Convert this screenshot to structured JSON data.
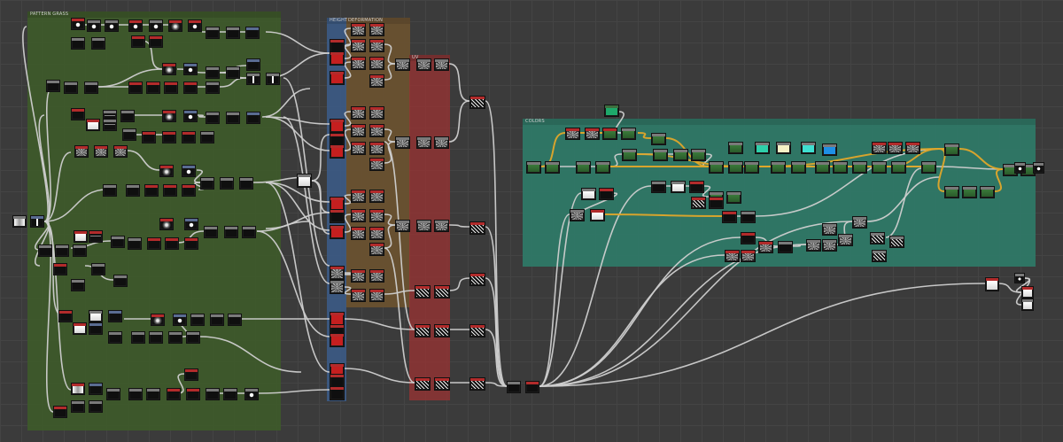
{
  "app": {
    "title": "Substance Designer - Graph View"
  },
  "frames": {
    "pattern": {
      "label": "PATTERN GRASS",
      "color": "#3e5a2a"
    },
    "height": {
      "label": "HEIGHT",
      "color": "#3c5a84"
    },
    "deformation": {
      "label": "DEFORMATION",
      "color": "#6b5230"
    },
    "uv": {
      "label": "UV",
      "color": "#8a3434"
    },
    "colors": {
      "label": "COLORS",
      "color": "#2f7a68"
    }
  },
  "palette": {
    "header_red": "#b22b2b",
    "header_blue": "#5a6c92",
    "header_gray": "#7a7a7a",
    "header_green": "#3f6e3f",
    "wire": "#cfcfcf",
    "wire_active": "#e0a62a",
    "node_dark": "#0f0f0f",
    "node_green": "#2f6a2f",
    "node_red": "#c51f1f",
    "swatch_green": "#1ea86a",
    "swatch_teal": "#2fcfaa",
    "swatch_cream": "#f6f1c6",
    "swatch_cyan": "#3fdfd0",
    "swatch_blue": "#1e8fe6"
  },
  "icons": [
    "output-icon",
    "blend-icon",
    "shape-icon",
    "noise-icon",
    "gradient-icon",
    "transform-icon"
  ]
}
